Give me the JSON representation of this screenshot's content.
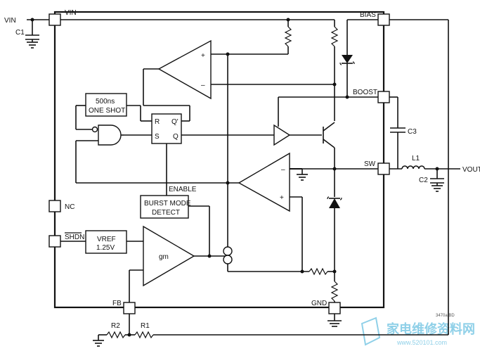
{
  "pins": {
    "vin": "VIN",
    "bias": "BIAS",
    "boost": "BOOST",
    "sw": "SW",
    "nc": "NC",
    "shdn": "SHDN",
    "fb": "FB",
    "gnd": "GND"
  },
  "external": {
    "vin": "VIN",
    "vout": "VOUT",
    "c1": "C1",
    "c2": "C2",
    "c3": "C3",
    "l1": "L1",
    "r1": "R1",
    "r2": "R2"
  },
  "blocks": {
    "one_shot_line1": "500ns",
    "one_shot_line2": "ONE SHOT",
    "ff_r": "R",
    "ff_s": "S",
    "ff_q": "Q",
    "ff_qbar": "Q'",
    "enable": "ENABLE",
    "burst_line1": "BURST MODE",
    "burst_line2": "DETECT",
    "vref_line1": "VREF",
    "vref_line2": "1.25V",
    "gm": "gm",
    "plus": "+",
    "minus": "–"
  },
  "figure_code": "3470a BD",
  "watermark": {
    "brand": "家电维修资料网",
    "url": "www.520101.com"
  }
}
